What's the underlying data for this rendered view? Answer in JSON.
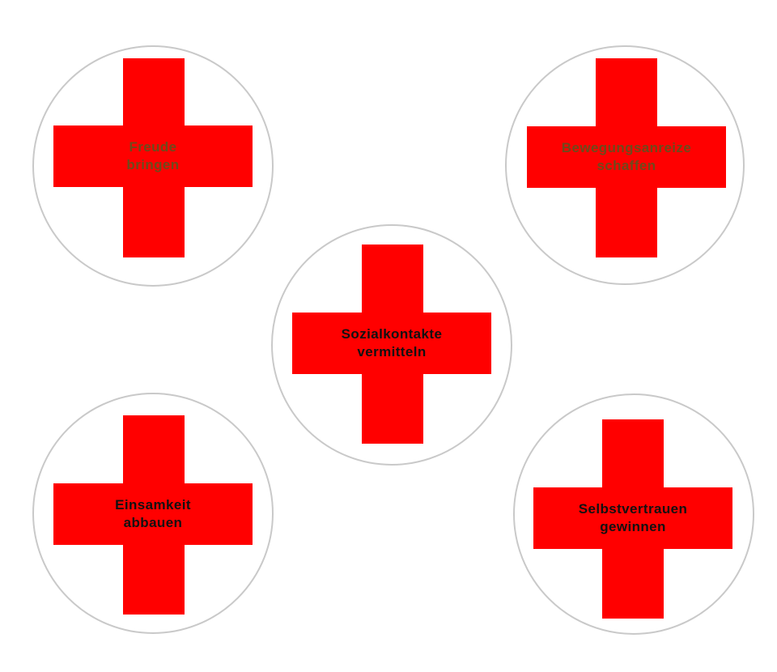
{
  "colors": {
    "cross": "#ff0000",
    "circle_border": "#c9c9c9",
    "background": "#ffffff"
  },
  "badges": [
    {
      "line1": "Freude",
      "line2": "bringen",
      "text_color": "#6e4a1c"
    },
    {
      "line1": "Bewegungsanreize",
      "line2": "schaffen",
      "text_color": "#6e4a1c"
    },
    {
      "line1": "Sozialkontakte",
      "line2": "vermitteln",
      "text_color": "#111111"
    },
    {
      "line1": "Einsamkeit",
      "line2": "abbauen",
      "text_color": "#111111"
    },
    {
      "line1": "Selbstvertrauen",
      "line2": "gewinnen",
      "text_color": "#111111"
    }
  ]
}
